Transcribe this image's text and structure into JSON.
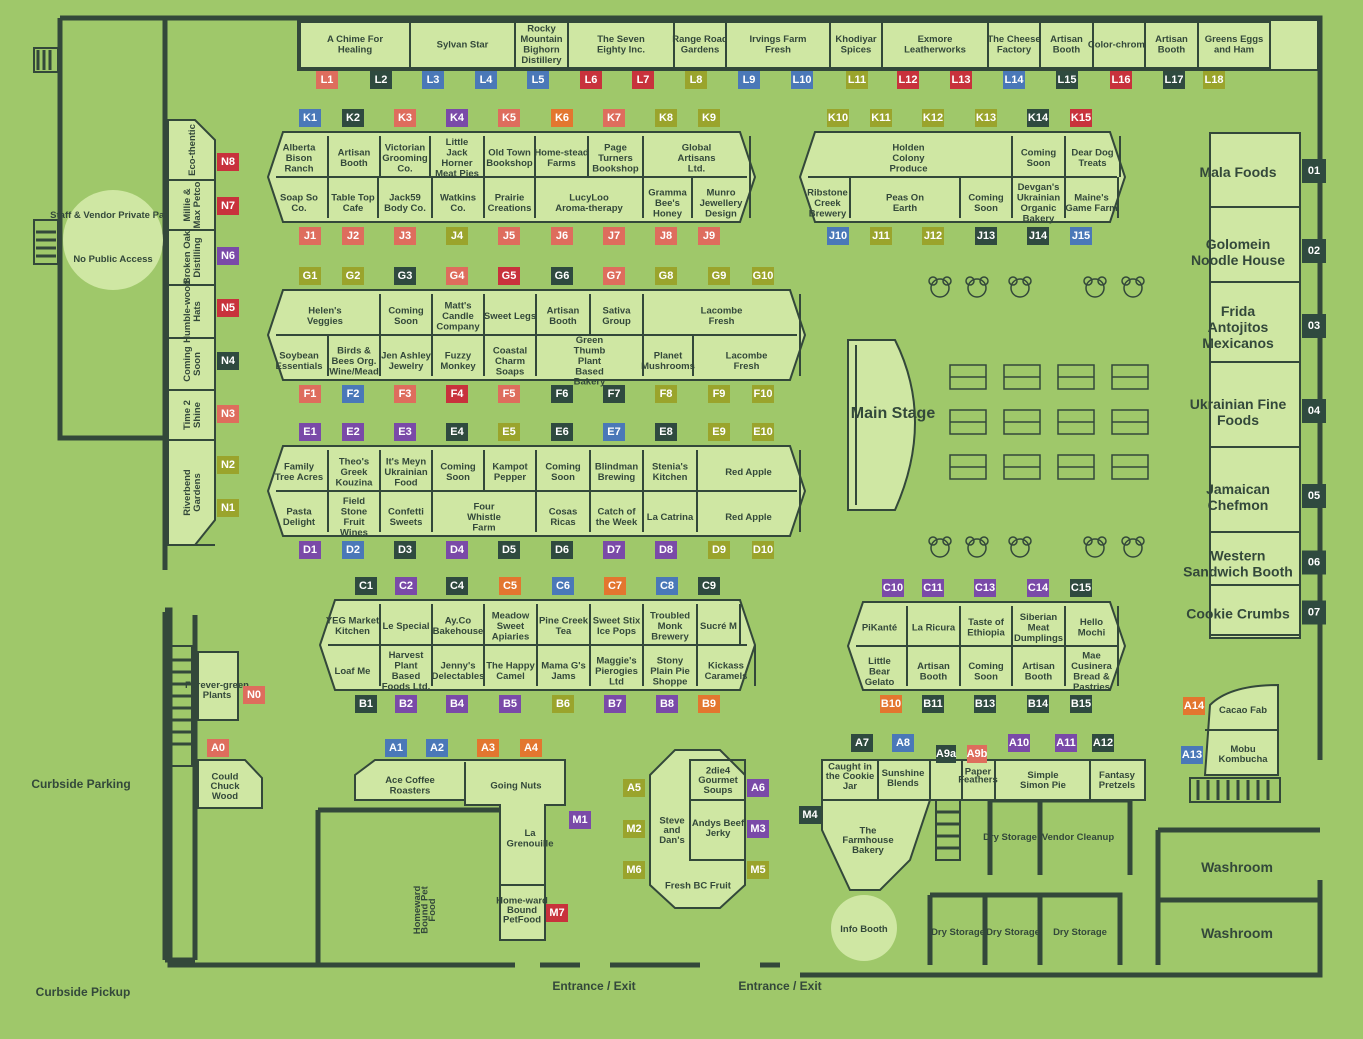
{
  "colors": {
    "background": "#9fc86a",
    "booth_fill": "#cfe7a3",
    "wall": "#33483a",
    "tag_dark": "#2f4a3f",
    "tag_red": "#c8323c",
    "tag_orange": "#e3762f",
    "tag_olive": "#9aa42c",
    "tag_blue": "#4a78b8",
    "tag_purple": "#7a4aa8",
    "tag_coral": "#de6d5d"
  },
  "labels": {
    "staff_patio": "Staff & Vendor Private Patio",
    "no_public": "No Public Access",
    "main_stage": "Main Stage",
    "curbside_parking": "Curbside Parking",
    "curbside_pickup": "Curbside Pickup",
    "entrance_1": "Entrance / Exit",
    "entrance_2": "Entrance / Exit",
    "washroom_1": "Washroom",
    "washroom_2": "Washroom",
    "dry_storage_1": "Dry Storage",
    "dry_storage_2": "Dry Storage",
    "dry_storage_3": "Dry Storage",
    "dry_storage_4": "Dry Storage",
    "vendor_cleanup": "Vendor Cleanup",
    "info_booth": "Info Booth"
  },
  "food_court": [
    {
      "id": "01",
      "name": "Mala Foods"
    },
    {
      "id": "02",
      "name": "Golomein Noodle House"
    },
    {
      "id": "03",
      "name": "Frida Antojitos Mexicanos"
    },
    {
      "id": "04",
      "name": "Ukrainian Fine Foods"
    },
    {
      "id": "05",
      "name": "Jamaican Chefmon"
    },
    {
      "id": "06",
      "name": "Western Sandwich Booth"
    },
    {
      "id": "07",
      "name": "Cookie Crumbs"
    }
  ],
  "row_L": [
    {
      "id": "L1",
      "name": "A Chime For Healing",
      "color": "coral"
    },
    {
      "id": "L2",
      "name": "Sylvan Star",
      "color": "dark"
    },
    {
      "id": "L3",
      "name": "",
      "color": "blue"
    },
    {
      "id": "L4",
      "name": "Rocky Mountain Bighorn Distillery",
      "color": "blue"
    },
    {
      "id": "L5",
      "name": "The Seven Eighty Inc.",
      "color": "blue"
    },
    {
      "id": "L6",
      "name": "",
      "color": "red"
    },
    {
      "id": "L7",
      "name": "Range Road Gardens",
      "color": "red"
    },
    {
      "id": "L8",
      "name": "",
      "color": "olive"
    },
    {
      "id": "L9",
      "name": "Irvings Farm Fresh",
      "color": "blue"
    },
    {
      "id": "L10",
      "name": "",
      "color": "blue"
    },
    {
      "id": "L11",
      "name": "Khodiyar Spices",
      "color": "olive"
    },
    {
      "id": "L12",
      "name": "Exmore Leatherworks",
      "color": "red"
    },
    {
      "id": "L13",
      "name": "",
      "color": "red"
    },
    {
      "id": "L14",
      "name": "The Cheese Factory",
      "color": "blue"
    },
    {
      "id": "L15",
      "name": "Artisan Booth",
      "color": "dark"
    },
    {
      "id": "L16",
      "name": "Color-chrome",
      "color": "red"
    },
    {
      "id": "L17",
      "name": "Artisan Booth",
      "color": "dark"
    },
    {
      "id": "L18",
      "name": "Greens Eggs and Ham",
      "color": "olive"
    }
  ],
  "row_N": [
    {
      "id": "N8",
      "name": "Eco-thentic",
      "color": "red"
    },
    {
      "id": "N7",
      "name": "Millie & Max Petco",
      "color": "red"
    },
    {
      "id": "N6",
      "name": "Broken Oak Distilling",
      "color": "purple"
    },
    {
      "id": "N5",
      "name": "Humble-wood Hats",
      "color": "red"
    },
    {
      "id": "N4",
      "name": "Coming Soon",
      "color": "dark"
    },
    {
      "id": "N3",
      "name": "Time 2 Shine",
      "color": "coral"
    },
    {
      "id": "N2",
      "name": "Riverbend Gardens",
      "color": "olive"
    },
    {
      "id": "N1",
      "name": "",
      "color": "olive"
    }
  ],
  "row_K": [
    {
      "id": "K1",
      "name": "Alberta Bison Ranch",
      "color": "blue"
    },
    {
      "id": "K2",
      "name": "Artisan Booth",
      "color": "dark"
    },
    {
      "id": "K3",
      "name": "Victorian Grooming Co.",
      "color": "coral"
    },
    {
      "id": "K4",
      "name": "Little Jack Horner Meat Pies",
      "color": "purple"
    },
    {
      "id": "K5",
      "name": "Old Town Bookshop",
      "color": "coral"
    },
    {
      "id": "K6",
      "name": "Home-stead Farms",
      "color": "orange"
    },
    {
      "id": "K7",
      "name": "Page Turners Bookshop",
      "color": "coral"
    },
    {
      "id": "K8",
      "name": "Global Artisans Ltd.",
      "color": "olive"
    },
    {
      "id": "K9",
      "name": "",
      "color": "olive"
    }
  ],
  "row_J": [
    {
      "id": "J1",
      "name": "Soap So Co.",
      "color": "coral"
    },
    {
      "id": "J2",
      "name": "Table Top Cafe",
      "color": "coral"
    },
    {
      "id": "J3",
      "name": "Jack59 Body Co.",
      "color": "coral"
    },
    {
      "id": "J4",
      "name": "Watkins Co.",
      "color": "olive"
    },
    {
      "id": "J5",
      "name": "Prairie Creations",
      "color": "coral"
    },
    {
      "id": "J6",
      "name": "LucyLoo Aroma-therapy",
      "color": "coral"
    },
    {
      "id": "J7",
      "name": "",
      "color": "coral"
    },
    {
      "id": "J8",
      "name": "Gramma Bee's Honey",
      "color": "coral"
    },
    {
      "id": "J9",
      "name": "Munro Jewellery Design",
      "color": "coral"
    }
  ],
  "row_K2": [
    {
      "id": "K10",
      "name": "Holden Colony Produce",
      "color": "olive"
    },
    {
      "id": "K11",
      "name": "",
      "color": "olive"
    },
    {
      "id": "K12",
      "name": "",
      "color": "olive"
    },
    {
      "id": "K13",
      "name": "",
      "color": "olive"
    },
    {
      "id": "K14",
      "name": "Coming Soon",
      "color": "dark"
    },
    {
      "id": "K15",
      "name": "Dear Dog Treats",
      "color": "red"
    }
  ],
  "row_J2": [
    {
      "id": "J10",
      "name": "Ribstone Creek Brewery",
      "color": "blue"
    },
    {
      "id": "J11",
      "name": "Peas On Earth",
      "color": "olive"
    },
    {
      "id": "J12",
      "name": "",
      "color": "olive"
    },
    {
      "id": "J13",
      "name": "Coming Soon",
      "color": "dark"
    },
    {
      "id": "J14",
      "name": "Devgan's Ukrainian Organic Bakery",
      "color": "dark"
    },
    {
      "id": "J15",
      "name": "Maine's Game Farm",
      "color": "blue"
    }
  ],
  "row_G": [
    {
      "id": "G1",
      "name": "Helen's Veggies",
      "color": "olive"
    },
    {
      "id": "G2",
      "name": "",
      "color": "olive"
    },
    {
      "id": "G3",
      "name": "Coming Soon",
      "color": "dark"
    },
    {
      "id": "G4",
      "name": "Matt's Candle Company",
      "color": "coral"
    },
    {
      "id": "G5",
      "name": "Sweet Legs",
      "color": "red"
    },
    {
      "id": "G6",
      "name": "Artisan Booth",
      "color": "dark"
    },
    {
      "id": "G7",
      "name": "Sativa Group",
      "color": "coral"
    },
    {
      "id": "G8",
      "name": "Lacombe Fresh",
      "color": "olive"
    },
    {
      "id": "G9",
      "name": "",
      "color": "olive"
    },
    {
      "id": "G10",
      "name": "",
      "color": "olive"
    }
  ],
  "row_F": [
    {
      "id": "F1",
      "name": "Soybean Essentials",
      "color": "coral"
    },
    {
      "id": "F2",
      "name": "Birds & Bees Org. Wine/Mead",
      "color": "blue"
    },
    {
      "id": "F3",
      "name": "Jen Ashley Jewelry",
      "color": "coral"
    },
    {
      "id": "F4",
      "name": "Fuzzy Monkey",
      "color": "red"
    },
    {
      "id": "F5",
      "name": "Coastal Charm Soaps",
      "color": "coral"
    },
    {
      "id": "F6",
      "name": "Green Thumb Plant Based Bakery",
      "color": "dark"
    },
    {
      "id": "F7",
      "name": "",
      "color": "dark"
    },
    {
      "id": "F8",
      "name": "Planet Mushrooms",
      "color": "olive"
    },
    {
      "id": "F9",
      "name": "Lacombe Fresh",
      "color": "olive"
    },
    {
      "id": "F10",
      "name": "",
      "color": "olive"
    }
  ],
  "row_E": [
    {
      "id": "E1",
      "name": "Family Tree Acres",
      "color": "purple"
    },
    {
      "id": "E2",
      "name": "Theo's Greek Kouzina",
      "color": "purple"
    },
    {
      "id": "E3",
      "name": "It's Meyn Ukrainian Food",
      "color": "purple"
    },
    {
      "id": "E4",
      "name": "Coming Soon",
      "color": "dark"
    },
    {
      "id": "E5",
      "name": "Kampot Pepper",
      "color": "olive"
    },
    {
      "id": "E6",
      "name": "Coming Soon",
      "color": "dark"
    },
    {
      "id": "E7",
      "name": "Blindman Brewing",
      "color": "blue"
    },
    {
      "id": "E8",
      "name": "Stenia's Kitchen",
      "color": "dark"
    },
    {
      "id": "E9",
      "name": "Red Apple",
      "color": "olive"
    },
    {
      "id": "E10",
      "name": "",
      "color": "olive"
    }
  ],
  "row_D": [
    {
      "id": "D1",
      "name": "Pasta Delight",
      "color": "purple"
    },
    {
      "id": "D2",
      "name": "Field Stone Fruit Wines",
      "color": "blue"
    },
    {
      "id": "D3",
      "name": "Confetti Sweets",
      "color": "dark"
    },
    {
      "id": "D4",
      "name": "Four Whistle Farm",
      "color": "purple"
    },
    {
      "id": "D5",
      "name": "",
      "color": "dark"
    },
    {
      "id": "D6",
      "name": "Cosas Ricas",
      "color": "dark"
    },
    {
      "id": "D7",
      "name": "Catch of the Week",
      "color": "purple"
    },
    {
      "id": "D8",
      "name": "La Catrina",
      "color": "purple"
    },
    {
      "id": "D9",
      "name": "Red Apple",
      "color": "olive"
    },
    {
      "id": "D10",
      "name": "",
      "color": "olive"
    }
  ],
  "row_C": [
    {
      "id": "C1",
      "name": "YEG Market Kitchen",
      "color": "dark"
    },
    {
      "id": "C2",
      "name": "Le Special",
      "color": "purple"
    },
    {
      "id": "C4",
      "name": "Ay.Co Bakehouse",
      "color": "dark"
    },
    {
      "id": "C5",
      "name": "Meadow Sweet Apiaries",
      "color": "orange"
    },
    {
      "id": "C6",
      "name": "Pine Creek Tea",
      "color": "blue"
    },
    {
      "id": "C7",
      "name": "Sweet Stix Ice Pops",
      "color": "orange"
    },
    {
      "id": "C8",
      "name": "Troubled Monk Brewery",
      "color": "blue"
    },
    {
      "id": "C9",
      "name": "Sucré M",
      "color": "dark"
    }
  ],
  "row_B": [
    {
      "id": "B1",
      "name": "Loaf Me",
      "color": "dark"
    },
    {
      "id": "B2",
      "name": "Harvest Plant Based Foods Ltd.",
      "color": "purple"
    },
    {
      "id": "B4",
      "name": "Jenny's Delectables",
      "color": "purple"
    },
    {
      "id": "B5",
      "name": "The Happy Camel",
      "color": "purple"
    },
    {
      "id": "B6",
      "name": "Mama G's Jams",
      "color": "olive"
    },
    {
      "id": "B7",
      "name": "Maggie's Pierogies Ltd",
      "color": "purple"
    },
    {
      "id": "B8",
      "name": "Stony Plain Pie Shoppe",
      "color": "purple"
    },
    {
      "id": "B9",
      "name": "Kickass Caramels",
      "color": "orange"
    }
  ],
  "row_C2": [
    {
      "id": "C10",
      "name": "PiKanté",
      "color": "purple"
    },
    {
      "id": "C11",
      "name": "La Ricura",
      "color": "purple"
    },
    {
      "id": "C13",
      "name": "Taste of Ethiopia",
      "color": "purple"
    },
    {
      "id": "C14",
      "name": "Siberian Meat Dumplings",
      "color": "purple"
    },
    {
      "id": "C15",
      "name": "Hello Mochi",
      "color": "dark"
    }
  ],
  "row_B2": [
    {
      "id": "B10",
      "name": "Little Bear Gelato",
      "color": "orange"
    },
    {
      "id": "B11",
      "name": "Artisan Booth",
      "color": "dark"
    },
    {
      "id": "B13",
      "name": "Coming Soon",
      "color": "dark"
    },
    {
      "id": "B14",
      "name": "Artisan Booth",
      "color": "dark"
    },
    {
      "id": "B15",
      "name": "Mae Cusinera Bread & Pastries",
      "color": "dark"
    }
  ],
  "row_A": [
    {
      "id": "A1",
      "name": "Ace Coffee Roasters",
      "color": "blue"
    },
    {
      "id": "A2",
      "name": "",
      "color": "blue"
    },
    {
      "id": "A3",
      "name": "Going Nuts",
      "color": "orange"
    },
    {
      "id": "A4",
      "name": "",
      "color": "orange"
    },
    {
      "id": "A5",
      "name": "Steve and Dan's",
      "color": "olive"
    },
    {
      "id": "A6",
      "name": "2die4 Gourmet Soups",
      "color": "purple"
    },
    {
      "id": "A7",
      "name": "Caught in the Cookie Jar",
      "color": "dark"
    },
    {
      "id": "A8",
      "name": "Sunshine Blends",
      "color": "blue"
    },
    {
      "id": "A9a",
      "name": "",
      "color": "dark"
    },
    {
      "id": "A9b",
      "name": "Paper Feathers",
      "color": "coral"
    },
    {
      "id": "A10",
      "name": "Simple Simon Pie",
      "color": "purple"
    },
    {
      "id": "A11",
      "name": "",
      "color": "purple"
    },
    {
      "id": "A12",
      "name": "Fantasy Pretzels",
      "color": "dark"
    },
    {
      "id": "A13",
      "name": "Mobu Kombucha",
      "color": "blue"
    },
    {
      "id": "A14",
      "name": "Cacao Fab",
      "color": "orange"
    },
    {
      "id": "A0",
      "name": "Could Chuck Wood",
      "color": "coral"
    },
    {
      "id": "N0",
      "name": "Forever-green Plants",
      "color": "coral"
    }
  ],
  "row_M": [
    {
      "id": "M1",
      "name": "La Grenouille",
      "color": "purple"
    },
    {
      "id": "M2",
      "name": "",
      "color": "olive"
    },
    {
      "id": "M3",
      "name": "Andys Beef Jerky",
      "color": "purple"
    },
    {
      "id": "M4",
      "name": "The Farmhouse Bakery",
      "color": "dark"
    },
    {
      "id": "M5",
      "name": "Fresh BC Fruit",
      "color": "olive"
    },
    {
      "id": "M6",
      "name": "",
      "color": "olive"
    },
    {
      "id": "M7",
      "name": "Home-ward Bound PetFood",
      "color": "red"
    }
  ],
  "extra_label": "Homeward Bound Pet Food"
}
